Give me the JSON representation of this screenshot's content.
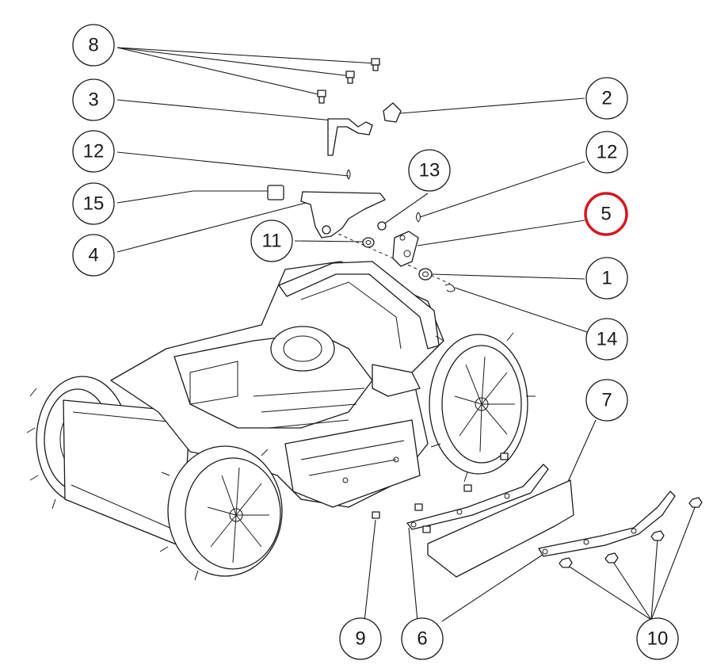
{
  "callouts": [
    {
      "id": "8a",
      "label": "8"
    },
    {
      "id": "3",
      "label": "3"
    },
    {
      "id": "12a",
      "label": "12"
    },
    {
      "id": "15",
      "label": "15"
    },
    {
      "id": "4",
      "label": "4"
    },
    {
      "id": "11",
      "label": "11"
    },
    {
      "id": "13",
      "label": "13"
    },
    {
      "id": "2",
      "label": "2"
    },
    {
      "id": "12b",
      "label": "12"
    },
    {
      "id": "5",
      "label": "5",
      "highlight": true
    },
    {
      "id": "1",
      "label": "1"
    },
    {
      "id": "14",
      "label": "14"
    },
    {
      "id": "7",
      "label": "7"
    },
    {
      "id": "9",
      "label": "9"
    },
    {
      "id": "6",
      "label": "6"
    },
    {
      "id": "10",
      "label": "10"
    }
  ],
  "highlight_color": "#d4181f"
}
